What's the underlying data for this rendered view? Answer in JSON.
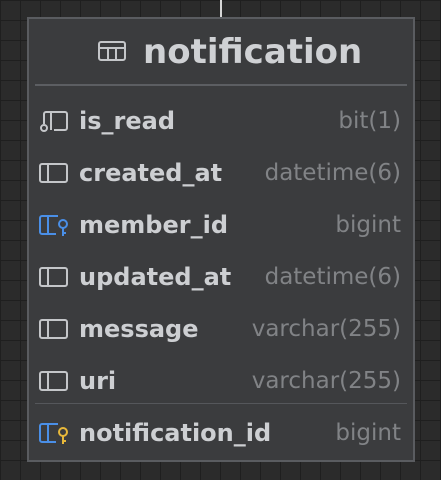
{
  "table": {
    "name": "notification",
    "columns": [
      {
        "name": "is_read",
        "type": "bit(1)",
        "icon": "column-nullable-icon"
      },
      {
        "name": "created_at",
        "type": "datetime(6)",
        "icon": "column-icon"
      },
      {
        "name": "member_id",
        "type": "bigint",
        "icon": "foreign-key-icon"
      },
      {
        "name": "updated_at",
        "type": "datetime(6)",
        "icon": "column-icon"
      },
      {
        "name": "message",
        "type": "varchar(255)",
        "icon": "column-icon"
      },
      {
        "name": "uri",
        "type": "varchar(255)",
        "icon": "column-icon"
      }
    ],
    "primary_key": {
      "name": "notification_id",
      "type": "bigint",
      "icon": "primary-key-icon"
    }
  },
  "colors": {
    "foreign_key": "#4a8fe7",
    "primary_key": "#e8b83a"
  }
}
